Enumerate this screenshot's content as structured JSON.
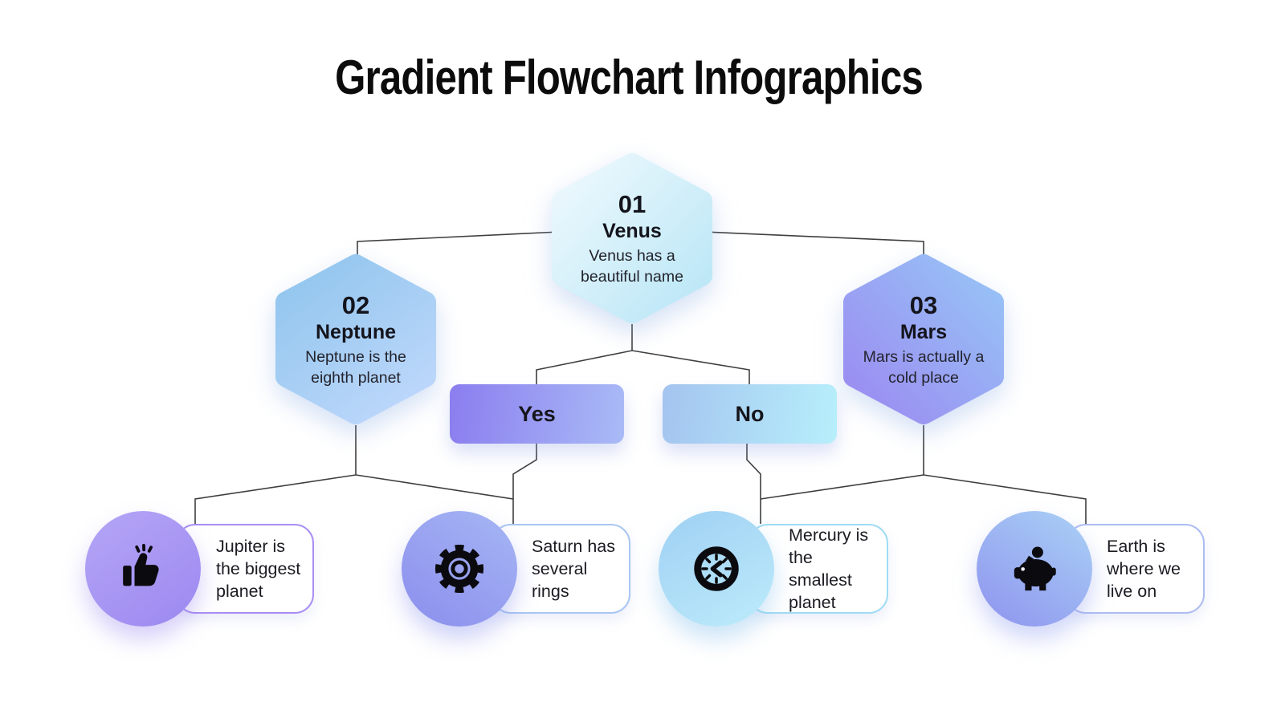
{
  "title": "Gradient Flowchart Infographics",
  "hexagons": [
    {
      "number": "01",
      "name": "Venus",
      "description": "Venus has a beautiful name"
    },
    {
      "number": "02",
      "name": "Neptune",
      "description": "Neptune is the eighth planet"
    },
    {
      "number": "03",
      "name": "Mars",
      "description": "Mars is actually a cold place"
    }
  ],
  "decisions": [
    {
      "label": "Yes"
    },
    {
      "label": "No"
    }
  ],
  "leaves": [
    {
      "icon": "thumbs-up-icon",
      "text": "Jupiter is the biggest planet"
    },
    {
      "icon": "gear-icon",
      "text": "Saturn has several rings"
    },
    {
      "icon": "clock-icon",
      "text": "Mercury is the smallest planet"
    },
    {
      "icon": "piggy-bank-icon",
      "text": "Earth is where we live on"
    }
  ],
  "palette": {
    "background": "#ffffff",
    "title_color": "#0c0c0c",
    "connector_color": "#3f3f3f",
    "icon_color": "#0b0b0f",
    "venus_gradient": [
      "#eef9fd",
      "#b9e6f6"
    ],
    "neptune_gradient": [
      "#93c6ee",
      "#bdd7fb"
    ],
    "mars_gradient": [
      "#97c4f6",
      "#9b8af1"
    ],
    "yes_gradient": [
      "#8b7def",
      "#a9bbf6"
    ],
    "no_gradient": [
      "#a4c4ef",
      "#b7effb"
    ],
    "jupiter_circle_gradient": [
      "#b5a6f6",
      "#9c88f0"
    ],
    "saturn_circle_gradient": [
      "#a6b6f4",
      "#8b8eed"
    ],
    "mercury_circle_gradient": [
      "#9fd0f3",
      "#bdebfb"
    ],
    "earth_circle_gradient": [
      "#aad2f6",
      "#8e93ee"
    ],
    "jupiter_card_border": "#a98ef2",
    "saturn_card_border": "#a9c6f2",
    "mercury_card_border": "#9fdcf4",
    "earth_card_border": "#adbdf2"
  }
}
